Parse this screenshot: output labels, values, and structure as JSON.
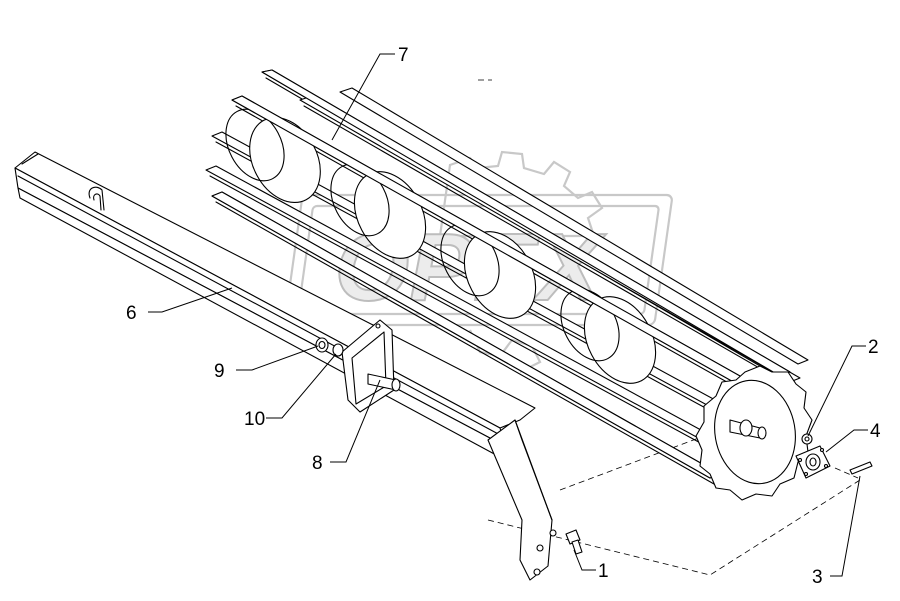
{
  "callouts": [
    {
      "id": "1",
      "label": "1"
    },
    {
      "id": "2",
      "label": "2"
    },
    {
      "id": "3",
      "label": "3"
    },
    {
      "id": "4",
      "label": "4"
    },
    {
      "id": "6",
      "label": "6"
    },
    {
      "id": "7",
      "label": "7"
    },
    {
      "id": "8",
      "label": "8"
    },
    {
      "id": "9",
      "label": "9"
    },
    {
      "id": "10",
      "label": "10"
    }
  ],
  "watermark": {
    "text": "OPEX",
    "icon": "gear-logo-icon"
  }
}
